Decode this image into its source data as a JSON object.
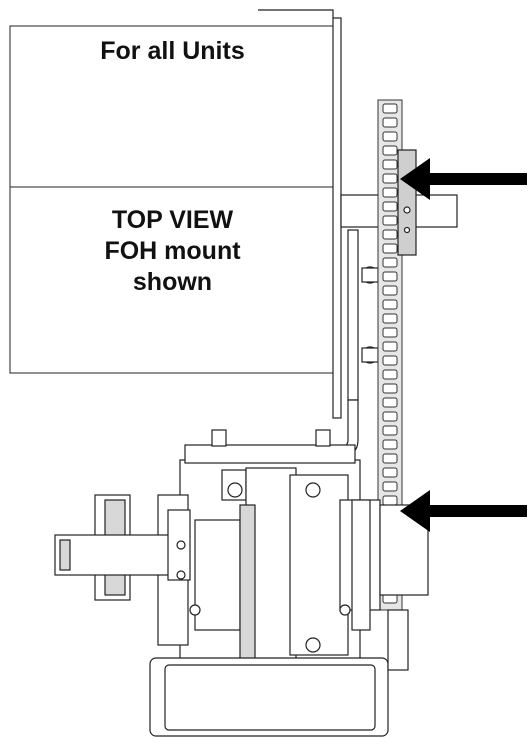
{
  "labels": {
    "top_note": "For all Units",
    "view_lines": [
      "TOP VIEW",
      "FOH mount",
      "shown"
    ]
  },
  "arrows": [
    {
      "name": "upper-arrow",
      "points_to": "chain-guide-bracket"
    },
    {
      "name": "lower-arrow",
      "points_to": "chain-sprocket-area"
    }
  ],
  "colors": {
    "line": "#222222",
    "fill": "#ffffff",
    "shade": "#d8d8d8",
    "arrow": "#000000"
  }
}
